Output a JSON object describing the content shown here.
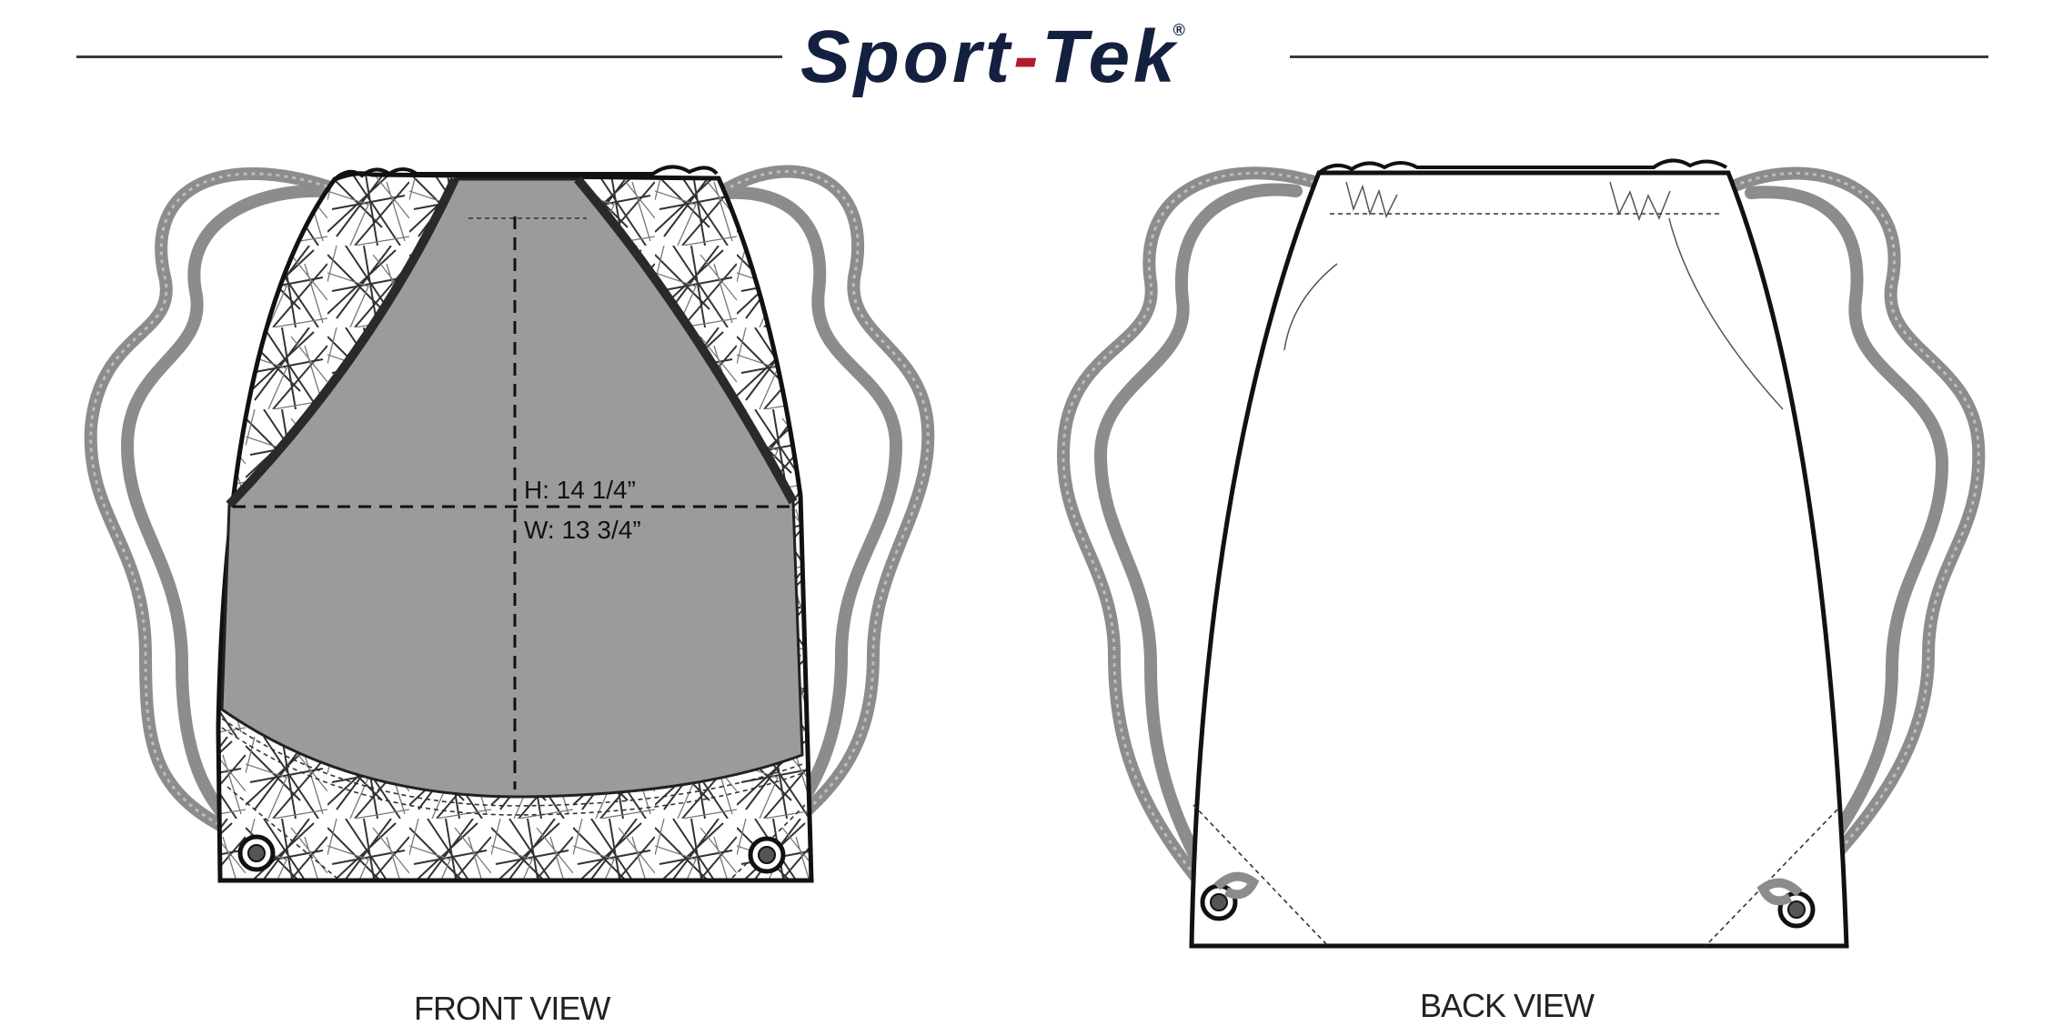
{
  "brand": {
    "name_part1": "Sport",
    "name_dash": "-",
    "name_part2": "Tek",
    "registered": "®"
  },
  "front": {
    "label": "FRONT VIEW",
    "dimension_height": "H: 14 1/4”",
    "dimension_width": "W: 13 3/4”"
  },
  "back": {
    "label": "BACK VIEW"
  },
  "colors": {
    "brand_navy": "#14203f",
    "brand_red": "#b01c2e",
    "panel_gray": "#9a9b9d",
    "cord_gray": "#8c8c8c"
  }
}
